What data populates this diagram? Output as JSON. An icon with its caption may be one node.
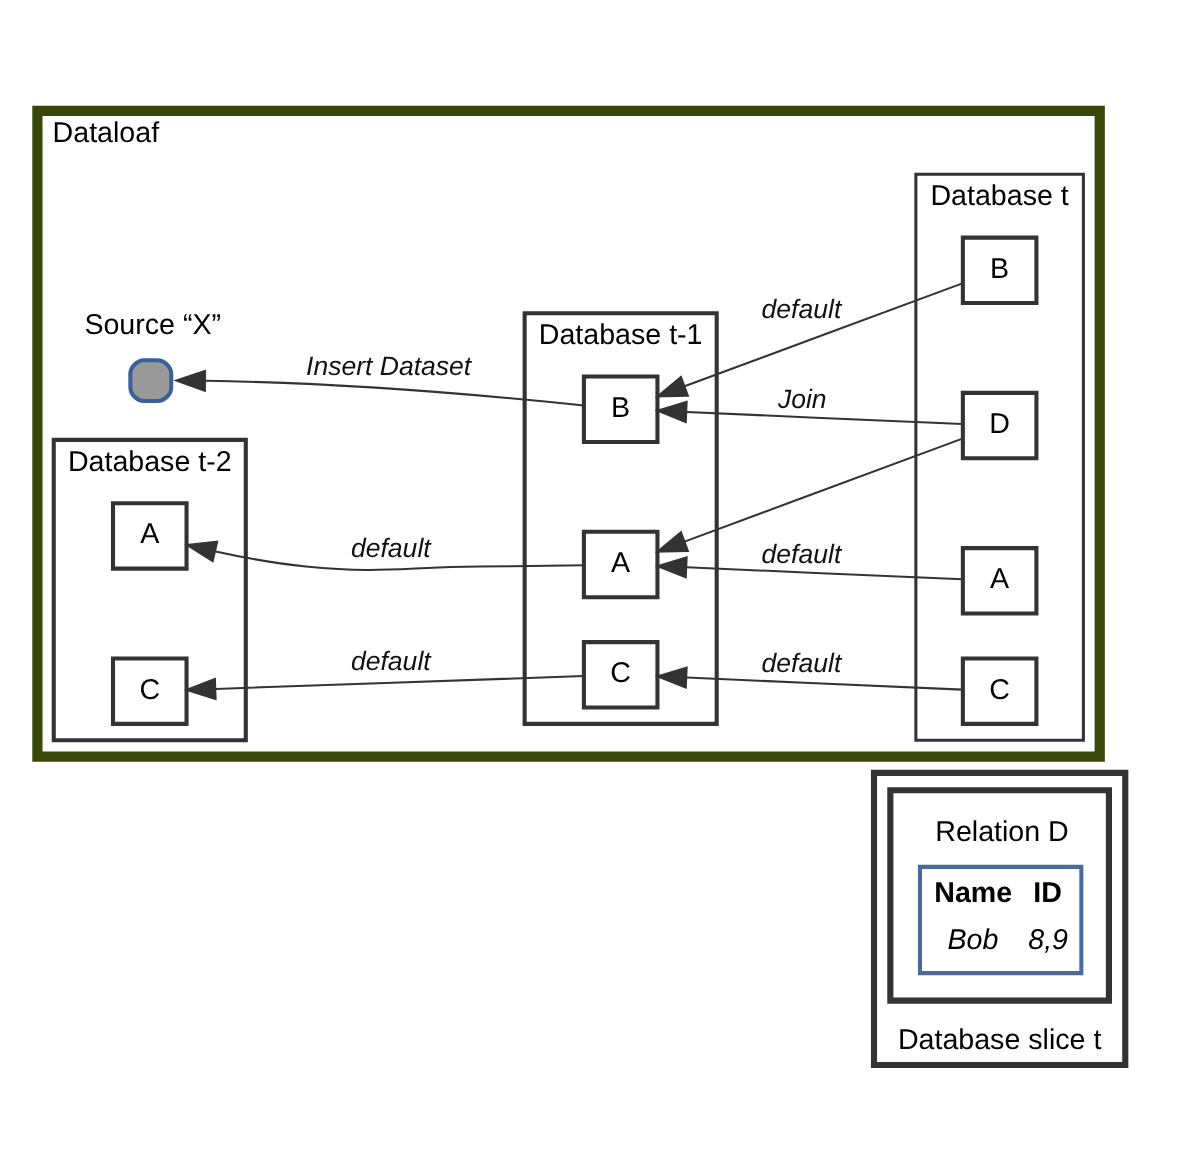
{
  "diagram": {
    "nodes": [
      {
        "text": [
          "Database slice t"
        ]
      },
      {
        "text": [
          "Relation D"
        ],
        "in": 0
      },
      {
        "text": [
          "Dataloaf"
        ]
      },
      {
        "text": [
          "Database t-2"
        ],
        "in": 2
      },
      {
        "text": [
          "A"
        ],
        "in": 3
      },
      {
        "text": [
          "C"
        ],
        "in": 3
      },
      {
        "text": [
          "Database t-1"
        ],
        "in": 2
      },
      {
        "text": [
          "A"
        ],
        "in": 6
      },
      {
        "text": [
          "B"
        ],
        "in": 6
      },
      {
        "text": [
          "C"
        ],
        "in": 6
      },
      {
        "text": [
          "Database t"
        ],
        "in": 2
      },
      {
        "text": [
          "A"
        ],
        "in": 10
      },
      {
        "text": [
          "D"
        ],
        "in": 10
      },
      {
        "text": [
          "B"
        ],
        "in": 10
      },
      {
        "text": [
          "C"
        ],
        "in": 10
      },
      {
        "text": [],
        "shape": "circle",
        "beside": [
          "Source “X”"
        ],
        "in": 2
      }
    ],
    "edges": [
      {
        "from": 7,
        "to": 4,
        "arrow": "to",
        "label": "default"
      },
      {
        "from": 11,
        "to": 7,
        "arrow": "to",
        "label": "default"
      },
      {
        "from": 12,
        "to": 7,
        "arrow": "to"
      },
      {
        "from": 12,
        "to": 8,
        "arrow": "to",
        "label": "Join"
      },
      {
        "from": 13,
        "to": 8,
        "arrow": "to",
        "label": "default"
      },
      {
        "from": 9,
        "to": 5,
        "arrow": "to",
        "label": "default"
      },
      {
        "from": 14,
        "to": 9,
        "arrow": "to",
        "label": "default"
      },
      {
        "from": 8,
        "to": 15,
        "arrow": "to",
        "label": "Insert Dataset"
      }
    ],
    "labels": [
      "Name",
      "ID",
      "Bob",
      "8,9"
    ]
  }
}
